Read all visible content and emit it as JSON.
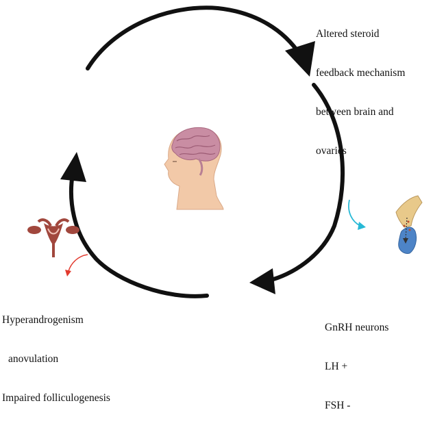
{
  "labels": {
    "steroid_feedback": [
      "Altered steroid",
      "feedback mechanism",
      "between brain and",
      "ovaries"
    ],
    "hormones": [
      "GnRH neurons",
      "LH +",
      "FSH -"
    ],
    "ovary_effects": [
      "Hyperandrogenism",
      "anovulation",
      "Impaired folliculogenesis"
    ]
  },
  "icons": {
    "center": "human-head-brain-icon",
    "right": "pituitary-gland-icon",
    "left": "uterus-ovaries-icon"
  },
  "colors": {
    "arrow": "#111111",
    "brain": "#c98da3",
    "skin": "#f2c9a8",
    "uterus": "#a1473d",
    "pituitary_arrow": "#27b9d6",
    "ovary_arrow": "#e23a2e",
    "pituitary_blue": "#4d84c7",
    "pituitary_tan": "#e8c98a"
  }
}
